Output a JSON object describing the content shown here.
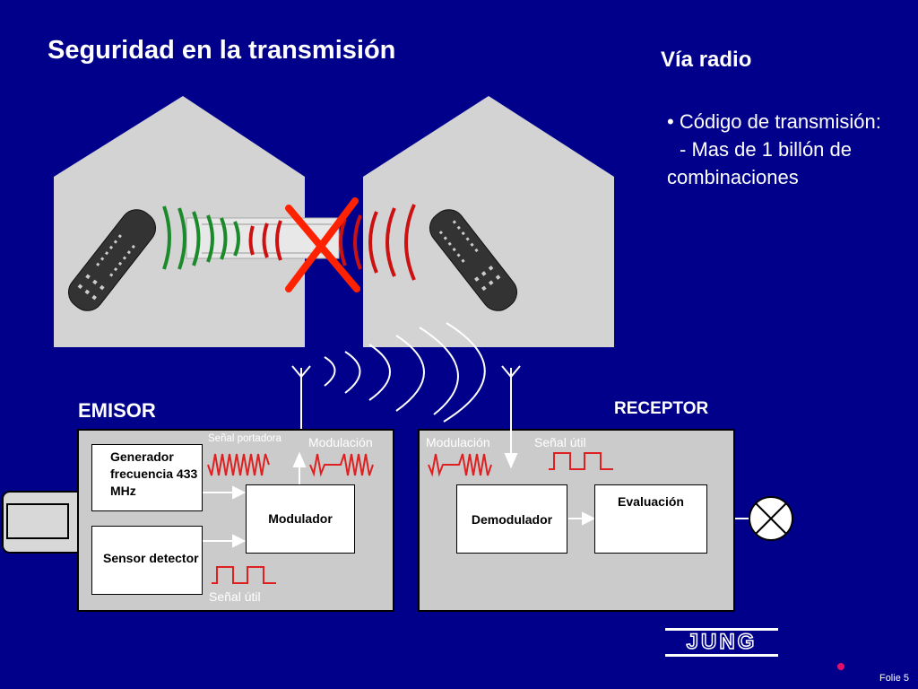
{
  "title": "Seguridad en la transmisión",
  "subtitle": "Vía radio",
  "bullet": {
    "line1": "• Código de transmisión:",
    "line2": "- Mas de 1 billón de combinaciones"
  },
  "emisor": {
    "label": "EMISOR",
    "generador": "Generador frecuencia 433 MHz",
    "sensor": "Sensor detector",
    "modulador": "Modulador",
    "senal_portadora": "Señal portadora",
    "modulacion": "Modulación",
    "senal_util": "Señal útil"
  },
  "receptor": {
    "label": "RECEPTOR",
    "modulacion": "Modulación",
    "senal_util": "Señal útil",
    "demodulador": "Demodulador",
    "evaluacion": "Evaluación"
  },
  "brand": "JUNG",
  "footer": "Folie 5",
  "colors": {
    "background": "#00008b",
    "house": "#d3d3d3",
    "panel": "#cbcbcb",
    "signal_green": "#1a8a2a",
    "signal_red": "#cc1111",
    "cross": "#ff2200",
    "waveform": "#e02020",
    "dot": "#e0106a"
  }
}
